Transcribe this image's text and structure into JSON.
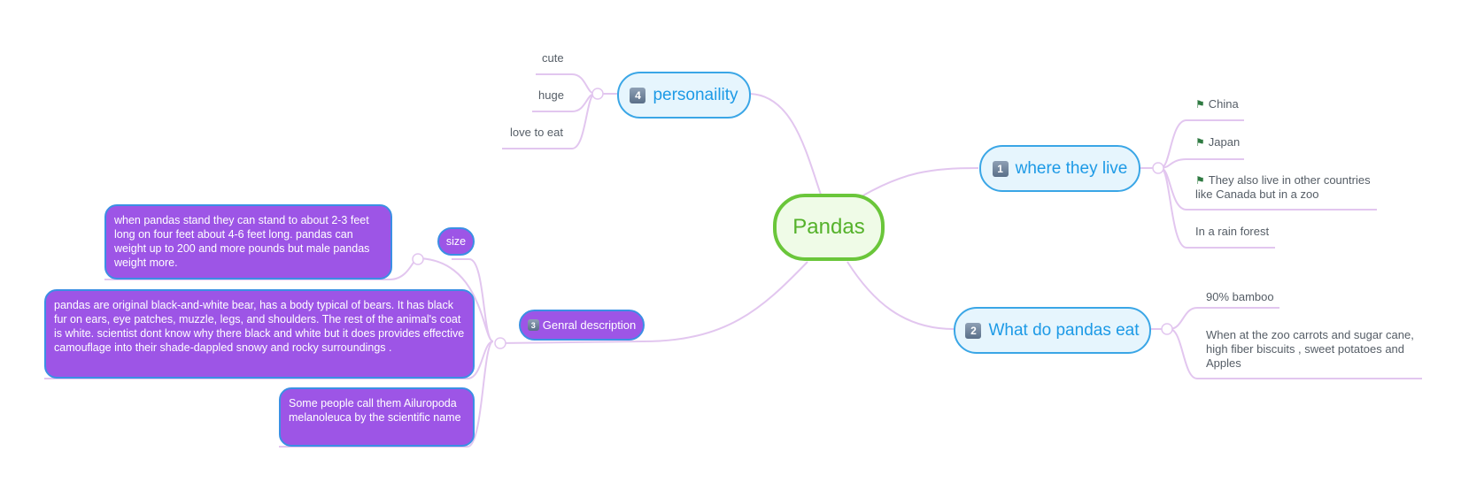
{
  "central": {
    "label": "Pandas"
  },
  "topics": {
    "where": {
      "badge": "1",
      "label": "where they live",
      "leaves": [
        "China",
        "Japan",
        "They also live in other countries like Canada but in a zoo",
        "In a rain forest"
      ],
      "flag_icon": "flag-icon"
    },
    "eat": {
      "badge": "2",
      "label": "What do pandas eat",
      "leaves": [
        "90% bamboo",
        "When at the zoo carrots and sugar cane, high fiber biscuits , sweet potatoes and Apples"
      ]
    },
    "description": {
      "badge": "3",
      "label": "Genral description",
      "size_label": "size",
      "size_text": "when pandas stand they can stand to about 2-3 feet long on four feet about 4-6 feet long. pandas can weight up to 200 and more pounds but male pandas weight more.",
      "body_text": "pandas are original black-and-white bear, has a body typical of bears. It has black fur on ears, eye patches, muzzle, legs, and shoulders. The rest of the animal's coat is white. scientist dont know why there black and white but it does provides effective camouflage into their shade-dappled snowy and rocky surroundings .",
      "name_text": "Some people call them Ailuropoda melanoleuca by the scientific name"
    },
    "personality": {
      "badge": "4",
      "label": "personaility",
      "leaves": [
        "cute",
        "huge",
        "love to eat"
      ]
    }
  },
  "colors": {
    "connector": "#e2c6ef",
    "central_border": "#6ac63a",
    "topic_border": "#3aa6e6",
    "purple_node": "#9d55e6"
  }
}
